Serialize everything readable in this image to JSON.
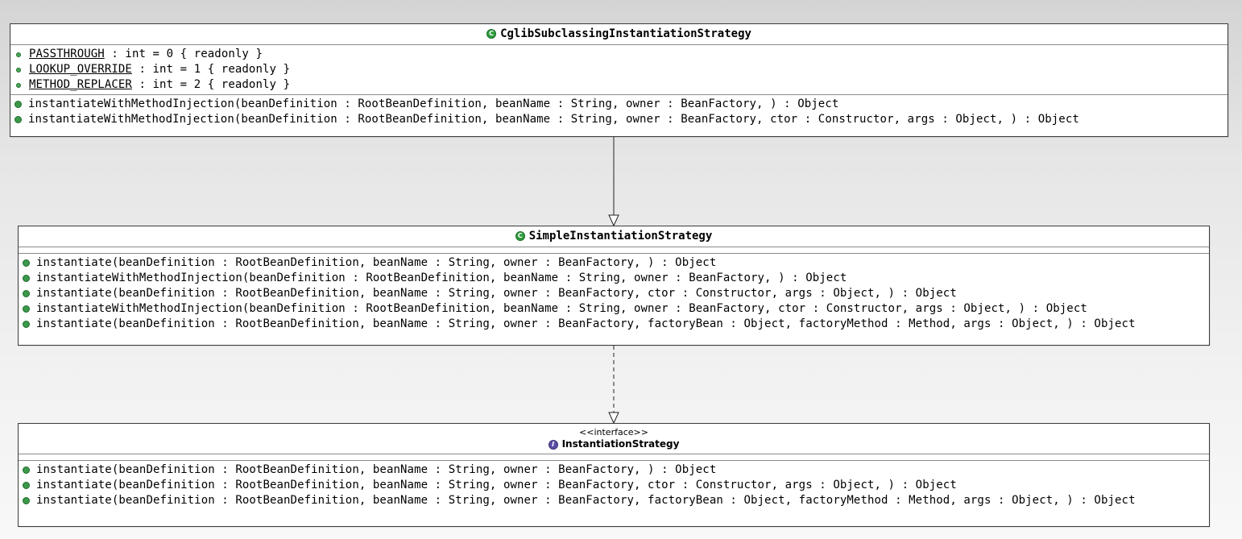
{
  "classes": {
    "cglib": {
      "name": "CglibSubclassingInstantiationStrategy",
      "badge": "C",
      "attributes": [
        {
          "name": "PASSTHROUGH",
          "rest": " : int = 0 { readonly }"
        },
        {
          "name": "LOOKUP_OVERRIDE",
          "rest": " : int = 1 { readonly }"
        },
        {
          "name": "METHOD_REPLACER",
          "rest": " : int = 2 { readonly }"
        }
      ],
      "methods": [
        "instantiateWithMethodInjection(beanDefinition : RootBeanDefinition, beanName : String, owner : BeanFactory, ) : Object",
        "instantiateWithMethodInjection(beanDefinition : RootBeanDefinition, beanName : String, owner : BeanFactory, ctor : Constructor, args : Object, ) : Object"
      ]
    },
    "simple": {
      "name": "SimpleInstantiationStrategy",
      "badge": "C",
      "methods": [
        "instantiate(beanDefinition : RootBeanDefinition, beanName : String, owner : BeanFactory, ) : Object",
        "instantiateWithMethodInjection(beanDefinition : RootBeanDefinition, beanName : String, owner : BeanFactory, ) : Object",
        "instantiate(beanDefinition : RootBeanDefinition, beanName : String, owner : BeanFactory, ctor : Constructor, args : Object, ) : Object",
        "instantiateWithMethodInjection(beanDefinition : RootBeanDefinition, beanName : String, owner : BeanFactory, ctor : Constructor, args : Object, ) : Object",
        "instantiate(beanDefinition : RootBeanDefinition, beanName : String, owner : BeanFactory, factoryBean : Object, factoryMethod : Method, args : Object, ) : Object"
      ]
    },
    "iface": {
      "stereotype": "<<interface>>",
      "name": "InstantiationStrategy",
      "badge": "I",
      "methods": [
        "instantiate(beanDefinition : RootBeanDefinition, beanName : String, owner : BeanFactory, ) : Object",
        "instantiate(beanDefinition : RootBeanDefinition, beanName : String, owner : BeanFactory, ctor : Constructor, args : Object, ) : Object",
        "instantiate(beanDefinition : RootBeanDefinition, beanName : String, owner : BeanFactory, factoryBean : Object, factoryMethod : Method, args : Object, ) : Object"
      ]
    }
  },
  "relationships": {
    "generalization": {
      "from": "CglibSubclassingInstantiationStrategy",
      "to": "SimpleInstantiationStrategy",
      "style": "solid"
    },
    "realization": {
      "from": "SimpleInstantiationStrategy",
      "to": "InstantiationStrategy",
      "style": "dashed"
    }
  },
  "colors": {
    "class_badge": "#2e9c3e",
    "interface_badge": "#5a4ea6",
    "member_dot": "#3a9a4a",
    "border": "#3a3a3a"
  }
}
